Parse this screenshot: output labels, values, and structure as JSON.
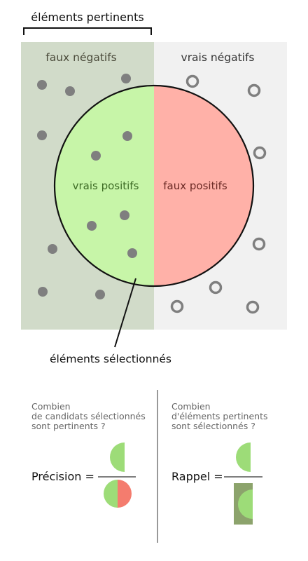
{
  "diagram": {
    "relevant_label": "éléments pertinents",
    "false_negatives": "faux négatifs",
    "true_negatives": "vrais négatifs",
    "true_positives": "vrais positifs",
    "false_positives": "faux positifs",
    "selected_label": "éléments sélectionnés"
  },
  "precision": {
    "question": [
      "Combien",
      "de candidats sélectionnés",
      "sont pertinents ?"
    ],
    "label": "Précision ="
  },
  "recall": {
    "question": [
      "Combien",
      "d'éléments pertinents",
      "sont sélectionnés ?"
    ],
    "label": "Rappel ="
  },
  "colors": {
    "relevant_bg": "#d1dbc9",
    "irrelevant_bg": "#f1f1f1",
    "true_positive": "#c7f5a8",
    "false_positive": "#ffb1a8",
    "dot": "#7f7f7f",
    "icon_green": "#9ddc78",
    "icon_red": "#f47c6e",
    "icon_darkgreen": "#8ca36c"
  }
}
